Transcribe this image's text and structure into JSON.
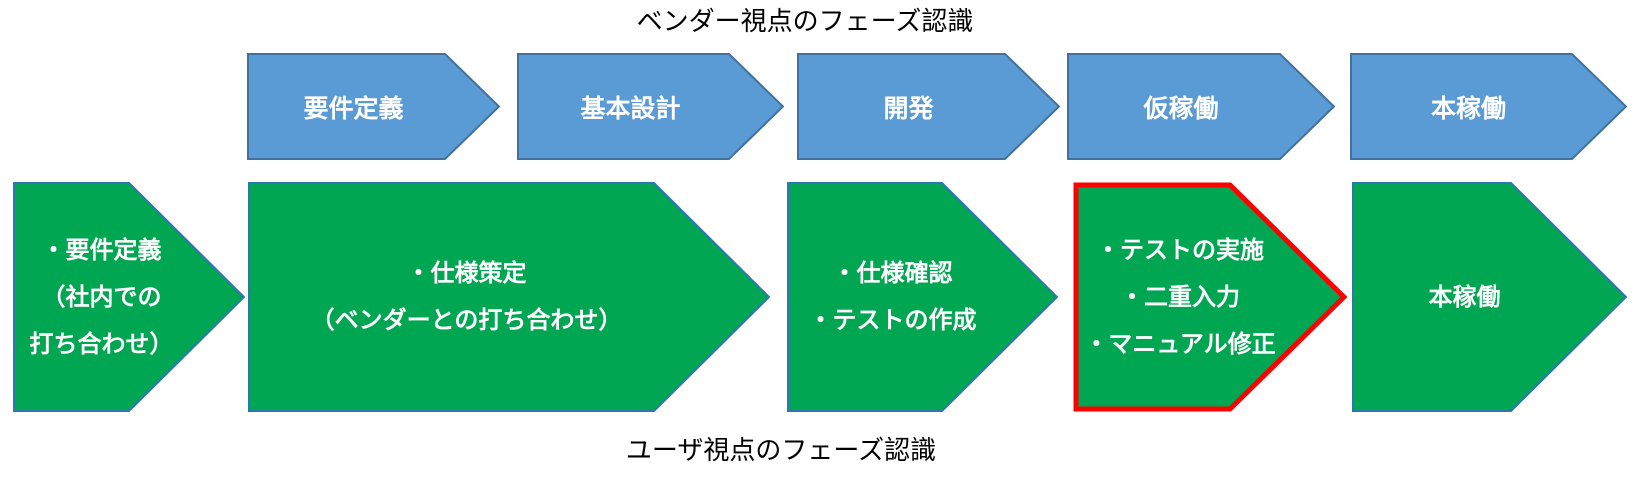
{
  "titles": {
    "top": "ベンダー視点のフェーズ認識",
    "bottom": "ユーザ視点のフェーズ認識"
  },
  "vendor_row": {
    "phases": [
      {
        "label": "要件定義"
      },
      {
        "label": "基本設計"
      },
      {
        "label": "開発"
      },
      {
        "label": "仮稼働"
      },
      {
        "label": "本稼働"
      }
    ]
  },
  "user_row": {
    "phases": [
      {
        "lines": [
          "・要件定義",
          "（社内での",
          "打ち合わせ）"
        ],
        "highlighted": false
      },
      {
        "lines": [
          "・仕様策定",
          "（ベンダーとの打ち合わせ）"
        ],
        "highlighted": false
      },
      {
        "lines": [
          "・仕様確認",
          "・テストの作成"
        ],
        "highlighted": false
      },
      {
        "lines": [
          "・テストの実施",
          "・二重入力",
          "・マニュアル修正"
        ],
        "highlighted": true
      },
      {
        "lines": [
          "本稼働"
        ],
        "highlighted": false
      }
    ]
  },
  "colors": {
    "vendor_fill": "#5B9BD5",
    "vendor_border": "#41719C",
    "user_fill": "#00A651",
    "user_border": "#2E75B6",
    "highlight_border": "#FF0000",
    "label_text": "#FFFFFF",
    "title_text": "#000000"
  }
}
